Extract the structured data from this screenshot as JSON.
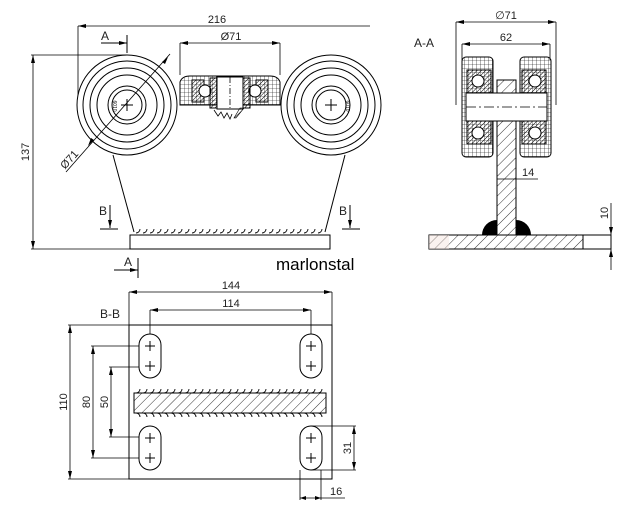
{
  "brand": "marlonstal",
  "views": {
    "front": {
      "section_mark_a": "A",
      "section_mark_b": "B",
      "dims": {
        "overall_width": "216",
        "overall_height": "137",
        "center_wheel_diameter": "Ø71",
        "side_wheel_diameter": "Ø71"
      },
      "wheel_label": "6010"
    },
    "section_aa": {
      "title": "A-A",
      "dims": {
        "outer_diameter": "∅71",
        "inner_width": "62",
        "web_thickness": "14",
        "plate_thickness": "10"
      }
    },
    "section_bb": {
      "title": "B-B",
      "dims": {
        "plate_width": "144",
        "hole_spacing_x": "114",
        "plate_height": "110",
        "hole_spacing_outer": "80",
        "hole_spacing_inner": "50",
        "slot_length": "31",
        "slot_width": "16"
      }
    }
  },
  "colors": {
    "line": "#000000",
    "hatch_fill": "#f5e6e0",
    "weld": "#000000",
    "background": "#ffffff"
  }
}
